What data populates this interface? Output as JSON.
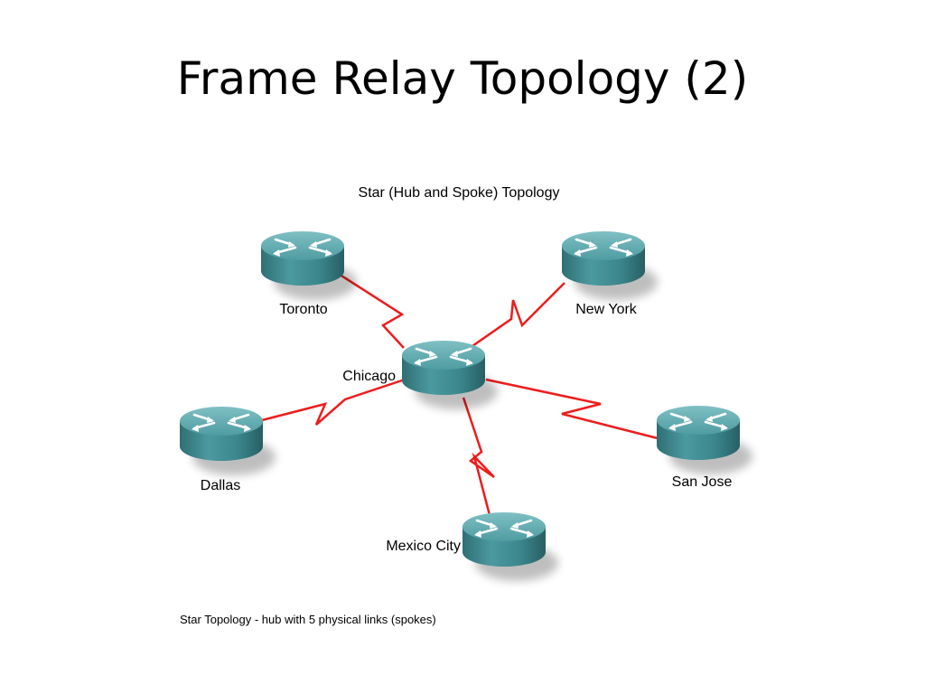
{
  "slide": {
    "title": "Frame Relay Topology (2)"
  },
  "diagram": {
    "heading": "Star (Hub and Spoke) Topology",
    "caption": "Star Topology - hub with 5 physical links (spokes)",
    "link_color": "#ee1c1c",
    "router_color": "#3d8a8f",
    "hub": {
      "label": "Chicago"
    },
    "spokes": [
      {
        "id": "toronto",
        "label": "Toronto"
      },
      {
        "id": "new-york",
        "label": "New York"
      },
      {
        "id": "dallas",
        "label": "Dallas"
      },
      {
        "id": "san-jose",
        "label": "San Jose"
      },
      {
        "id": "mexico-city",
        "label": "Mexico City"
      }
    ]
  }
}
